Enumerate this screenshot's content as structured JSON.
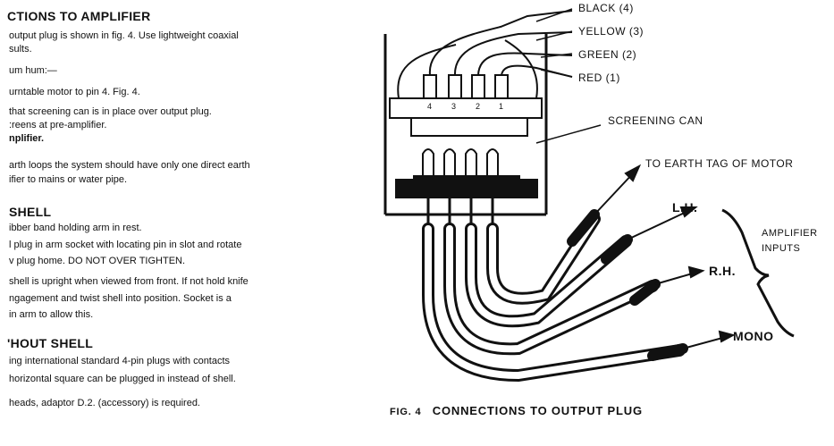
{
  "section1": {
    "heading": "CTIONS TO AMPLIFIER",
    "lines": [
      "output plug is shown in fig. 4. Use lightweight coaxial",
      "sults.",
      "um hum:—",
      "urntable motor to pin 4. Fig. 4.",
      "that screening can is in place over output plug.",
      ":reens at pre-amplifier.",
      "nplifier.",
      "arth loops the system should have only one direct earth",
      "ifier to mains or water pipe."
    ]
  },
  "section2": {
    "heading": "SHELL",
    "lines": [
      "ibber band holding arm in rest.",
      "l plug in arm socket with locating pin in slot and rotate",
      "v plug home. DO NOT OVER TIGHTEN.",
      "shell is upright when viewed from front. If not hold knife",
      "ngagement and twist shell into position.  Socket is a",
      "in arm to allow this."
    ]
  },
  "section3": {
    "heading": "'HOUT SHELL",
    "lines": [
      "ing international standard 4-pin plugs with contacts",
      "horizontal square can be plugged in instead of shell.",
      "heads, adaptor D.2. (accessory) is required."
    ]
  },
  "diagram": {
    "wire_labels": [
      "BLACK (4)",
      "YELLOW (3)",
      "GREEN (2)",
      "RED (1)"
    ],
    "pin_numbers": [
      "4",
      "3",
      "2",
      "1"
    ],
    "screening_can": "SCREENING CAN",
    "earth_tag": "TO EARTH TAG OF MOTOR",
    "lh": "L.H.",
    "rh": "R.H.",
    "mono": "MONO",
    "amplifier_inputs_line1": "AMPLIFIER",
    "amplifier_inputs_line2": "INPUTS",
    "caption_fig": "FIG. 4",
    "caption_text": "CONNECTIONS TO OUTPUT PLUG"
  }
}
